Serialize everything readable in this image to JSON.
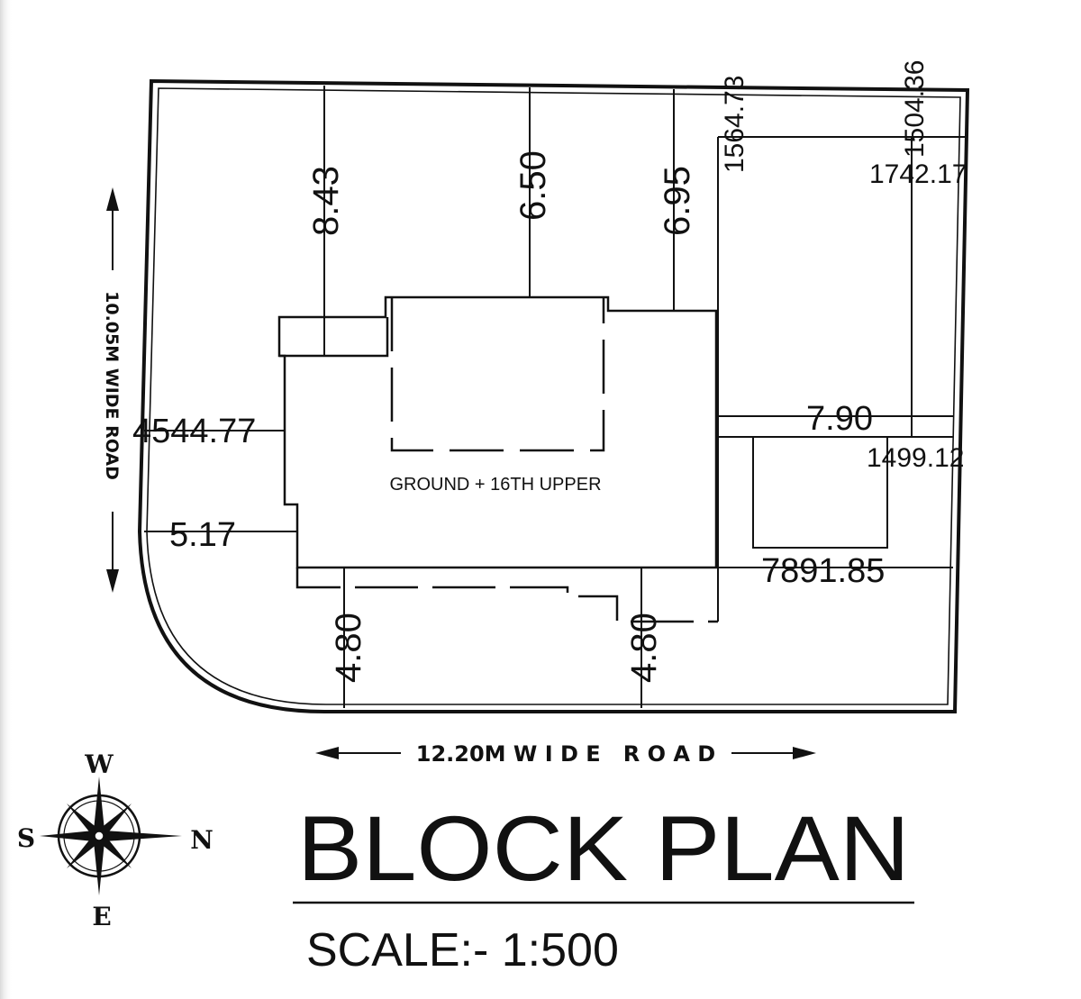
{
  "plan": {
    "building_label": "GROUND + 16TH UPPER",
    "dims": {
      "d_843": "8.43",
      "d_650": "6.50",
      "d_695": "6.95",
      "d_1564": "1564.73",
      "d_1504": "1504.36",
      "d_1742": "1742.17",
      "d_4544": "4544.77",
      "d_790": "7.90",
      "d_1499": "1499.12",
      "d_517": "5.17",
      "d_7891": "7891.85",
      "d_480a": "4.80",
      "d_480b": "4.80"
    },
    "roads": {
      "west": "10.05M WIDE ROAD",
      "south": "12.20M W I D E   R O A D"
    }
  },
  "compass": {
    "top": "W",
    "left": "S",
    "right": "N",
    "bottom": "E"
  },
  "title": {
    "main": "BLOCK PLAN",
    "scale": "SCALE:- 1:500"
  }
}
